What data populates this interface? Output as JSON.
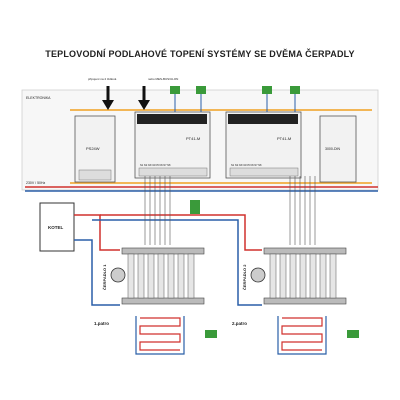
{
  "title": "TEPLOVODNÍ PODLAHOVÉ TOPENÍ SYSTÉMY SE DVĚMA ČERPADLY",
  "labels": {
    "panel_brand": "ELEKTRONIKA",
    "sensor_note": "připojení na 2 čidlová",
    "mes_note": "nebo MES-BUS/ULON",
    "ps_label": "PS24W",
    "pt41_1": "PT41-M",
    "pt41_2": "PT41-M",
    "right_module": "3000-DIN",
    "power": "230V / 50Hz",
    "boiler": "KOTEL",
    "pump1": "ČERPADLO 1",
    "pump2": "ČERPADLO 2",
    "floor1": "1.patro",
    "floor2": "2.patro",
    "terminal_row1": "N1 N2 N3 N4 N5 N6 N7 N8",
    "terminal_row2": "N1 N2 N3 N4 N5 N6 N7 N8"
  },
  "colors": {
    "wire_blue": "#2a5fa8",
    "wire_red": "#d0312d",
    "wire_orange": "#f0a020",
    "wire_black": "#111111",
    "wire_green": "#3a9a3a",
    "module_fill": "#f2f2f2",
    "module_stroke": "#555555"
  }
}
